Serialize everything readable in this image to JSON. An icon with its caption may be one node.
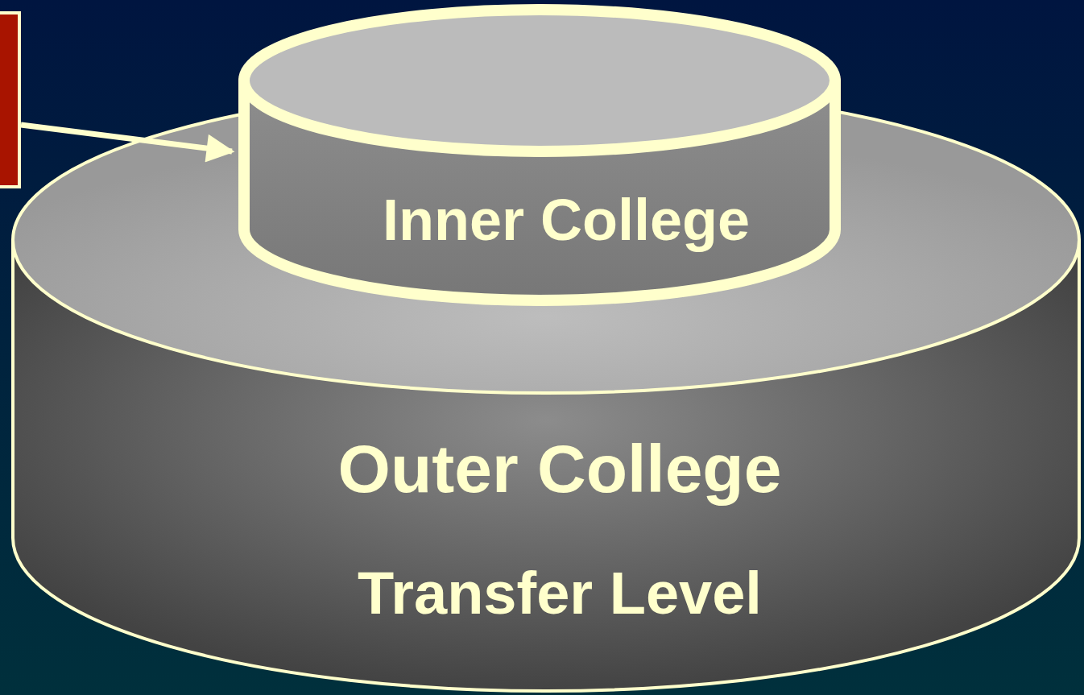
{
  "diagram": {
    "nodes": [
      {
        "text": [],
        "shape": "box"
      },
      {
        "text": [
          "Outer College",
          "Transfer Level"
        ]
      },
      {
        "text": [
          "Inner College"
        ]
      }
    ],
    "edges": [
      {
        "from": 0,
        "to": 2,
        "arrow": "to"
      }
    ]
  }
}
